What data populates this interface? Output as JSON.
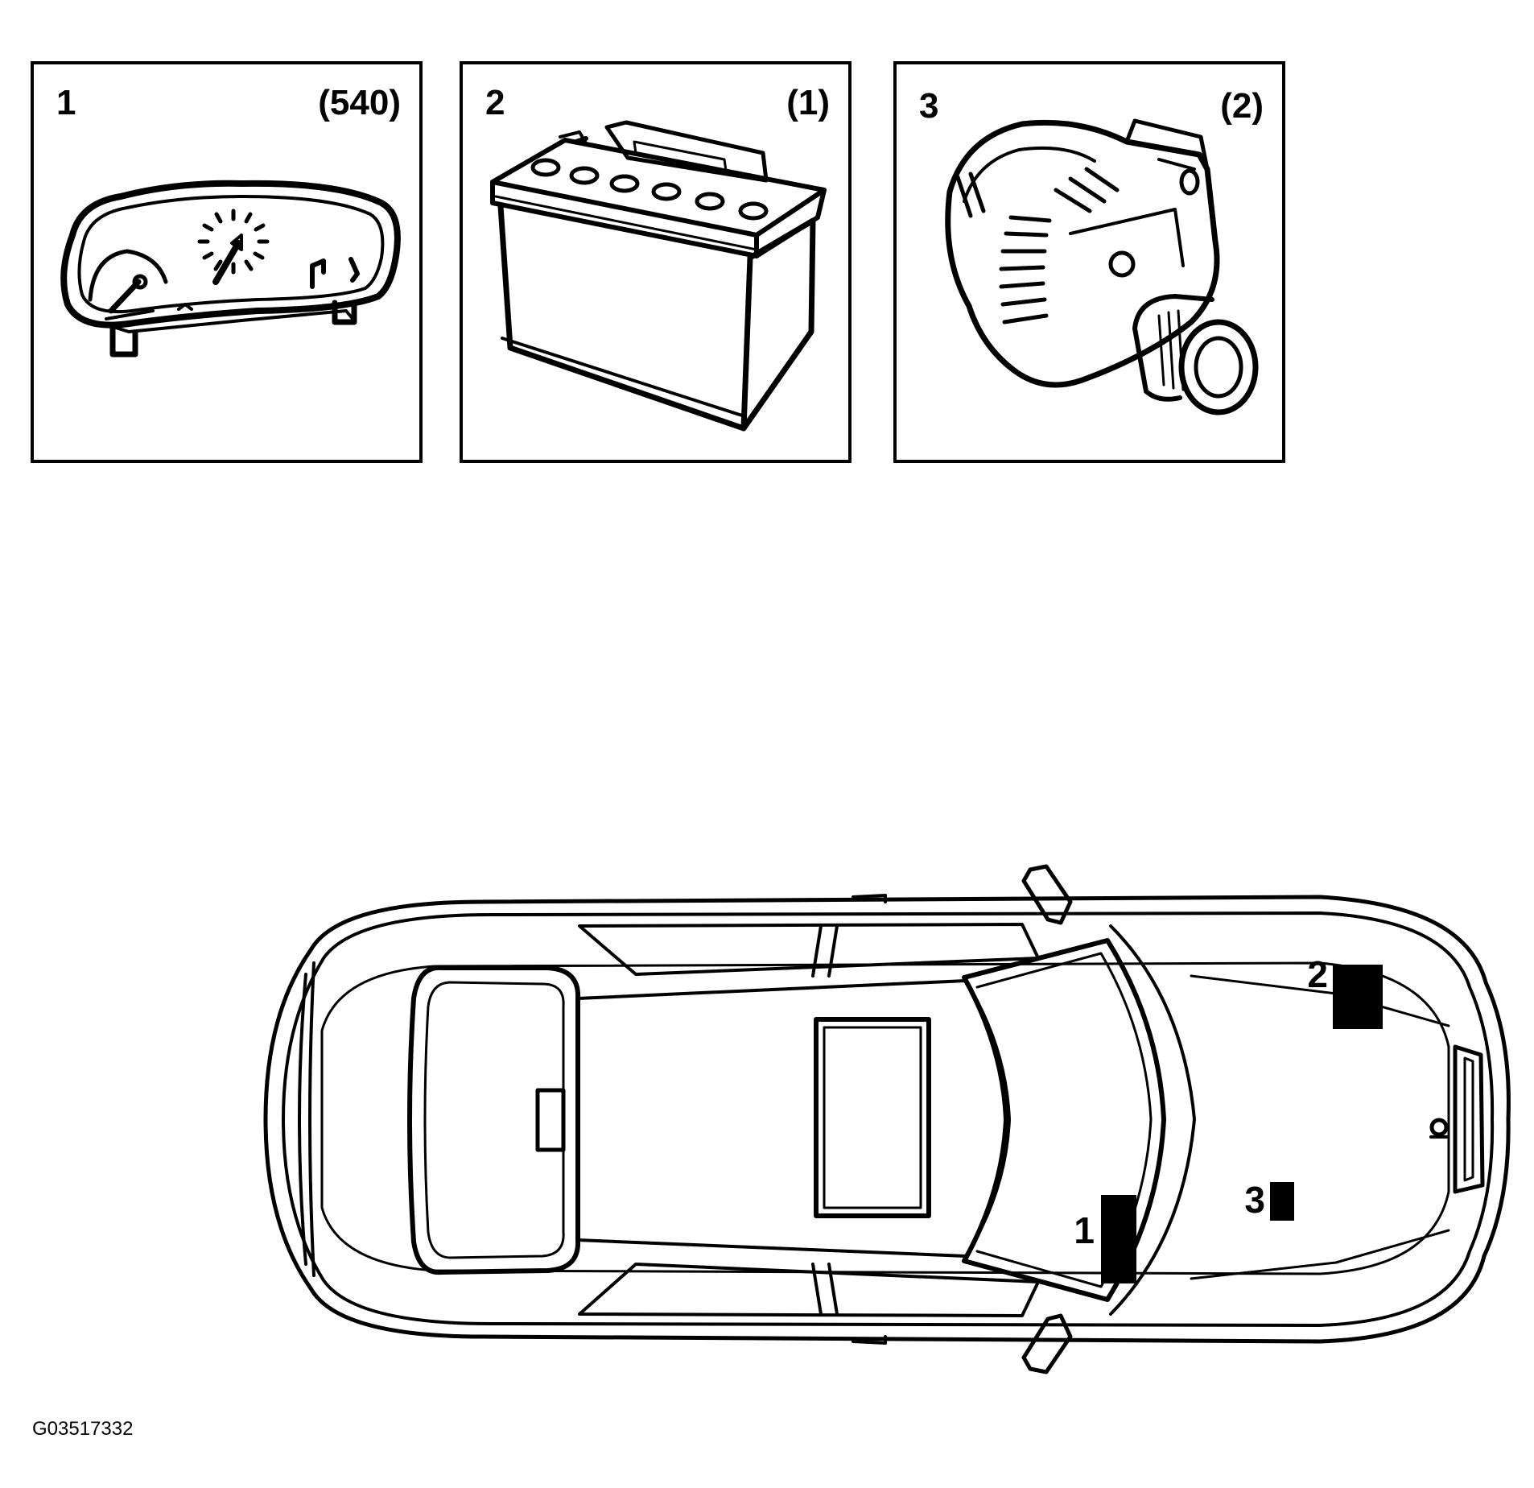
{
  "figure_id": "G03517332",
  "colors": {
    "line": "#000000",
    "background": "#ffffff"
  },
  "panels": [
    {
      "number": "1",
      "quantity": "(540)",
      "component_icon": "instrument-cluster-icon"
    },
    {
      "number": "2",
      "quantity": "(1)",
      "component_icon": "battery-icon"
    },
    {
      "number": "3",
      "quantity": "(2)",
      "component_icon": "alternator-icon"
    }
  ],
  "car_markers": [
    {
      "label": "1"
    },
    {
      "label": "2"
    },
    {
      "label": "3"
    }
  ]
}
